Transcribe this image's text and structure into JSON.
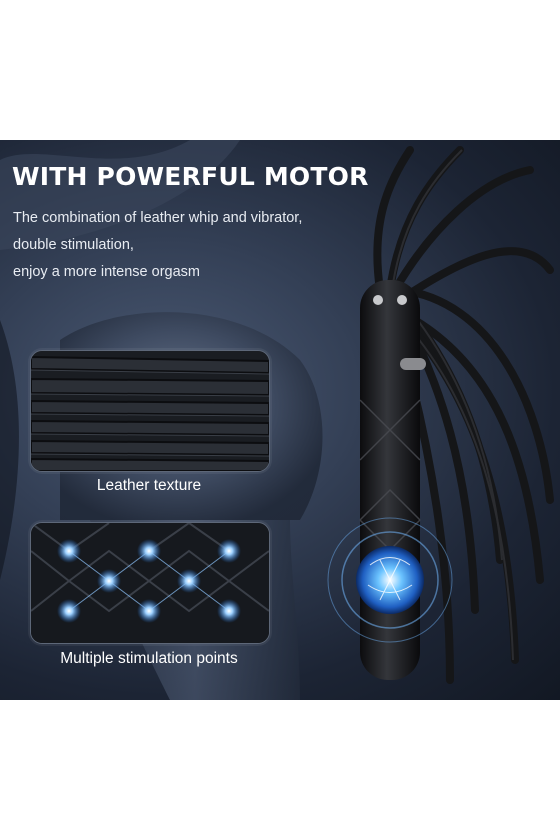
{
  "headline": "WITH POWERFUL MOTOR",
  "description": [
    "The combination of leather whip and vibrator,",
    "double stimulation,",
    "enjoy a more intense orgasm"
  ],
  "features": [
    {
      "caption": "Leather texture",
      "icon": "leather-strips"
    },
    {
      "caption": "Multiple stimulation points",
      "icon": "stimulation-points"
    }
  ],
  "colors": {
    "background": "#2b3548",
    "text": "#ffffff",
    "accent_glow": "#4aa8ff"
  }
}
